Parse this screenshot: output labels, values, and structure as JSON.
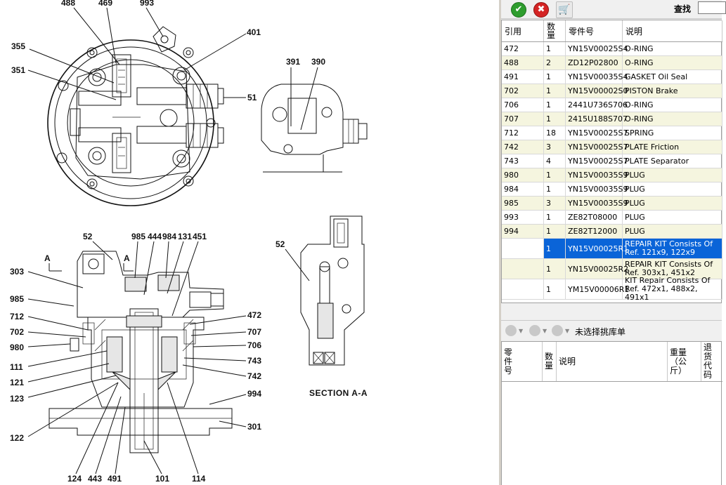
{
  "diagram": {
    "callouts_top": [
      "488",
      "469",
      "993",
      "355",
      "401",
      "351",
      "51",
      "391",
      "390"
    ],
    "callouts_bottom": [
      "52",
      "985",
      "444",
      "984",
      "131",
      "451",
      "303",
      "985",
      "472",
      "712",
      "707",
      "702",
      "706",
      "980",
      "743",
      "111",
      "742",
      "121",
      "123",
      "994",
      "301",
      "122",
      "124",
      "443",
      "491",
      "101",
      "114"
    ],
    "section_callout": "52",
    "section_marks": [
      "A",
      "A"
    ],
    "section_title": "SECTION   A-A"
  },
  "toolbar": {
    "ok_icon": "check-icon",
    "ok_glyph": "✔",
    "cancel_icon": "close-icon",
    "cancel_glyph": "✖",
    "cart_icon": "cart-icon",
    "cart_glyph": "🛒",
    "search_label": "查找",
    "search_value": ""
  },
  "parts_table": {
    "headers": [
      "引用",
      "数量",
      "零件号",
      "说明"
    ],
    "rows": [
      {
        "ref": "472",
        "qty": "1",
        "part": "YN15V00025S4",
        "desc": "O-RING"
      },
      {
        "ref": "488",
        "qty": "2",
        "part": "ZD12P02800",
        "desc": "O-RING"
      },
      {
        "ref": "491",
        "qty": "1",
        "part": "YN15V00035S4",
        "desc": "GASKET Oil Seal"
      },
      {
        "ref": "702",
        "qty": "1",
        "part": "YN15V00002S0",
        "desc": "PISTON Brake"
      },
      {
        "ref": "706",
        "qty": "1",
        "part": "2441U736S706",
        "desc": "O-RING"
      },
      {
        "ref": "707",
        "qty": "1",
        "part": "2415U188S707",
        "desc": "O-RING"
      },
      {
        "ref": "712",
        "qty": "18",
        "part": "YN15V00025S7",
        "desc": "SPRING"
      },
      {
        "ref": "742",
        "qty": "3",
        "part": "YN15V00025S7",
        "desc": "PLATE Friction"
      },
      {
        "ref": "743",
        "qty": "4",
        "part": "YN15V00025S7",
        "desc": "PLATE Separator"
      },
      {
        "ref": "980",
        "qty": "1",
        "part": "YN15V00035S9",
        "desc": "PLUG"
      },
      {
        "ref": "984",
        "qty": "1",
        "part": "YN15V00035S9",
        "desc": "PLUG"
      },
      {
        "ref": "985",
        "qty": "3",
        "part": "YN15V00035S9",
        "desc": "PLUG"
      },
      {
        "ref": "993",
        "qty": "1",
        "part": "ZE82T08000",
        "desc": "PLUG"
      },
      {
        "ref": "994",
        "qty": "1",
        "part": "ZE82T12000",
        "desc": "PLUG"
      },
      {
        "ref": "",
        "qty": "1",
        "part": "YN15V00025R1",
        "desc": "REPAIR KIT Consists Of Ref. 121x9, 122x9",
        "selected": true
      },
      {
        "ref": "",
        "qty": "1",
        "part": "YN15V00025R2",
        "desc": "REPAIR KIT Consists Of Ref. 303x1, 451x2"
      },
      {
        "ref": "",
        "qty": "1",
        "part": "YM15V00006R1",
        "desc": "KIT Repair Consists Of Ref. 472x1, 488x2, 491x1"
      }
    ]
  },
  "stock": {
    "status": "未选择挑库单",
    "headers": [
      "零件号",
      "数量",
      "说明",
      "重量（公斤）",
      "退货代码"
    ]
  }
}
